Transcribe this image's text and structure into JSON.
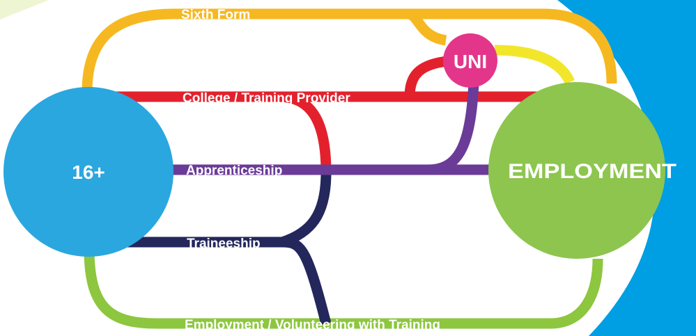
{
  "colors": {
    "background": "#ffffff",
    "corner_wash": "#eef5d2",
    "side_stripe": "#009ee3",
    "sixth_form": "#f6b821",
    "college": "#e3212d",
    "apprenticeship": "#6b3b98",
    "traineeship": "#23275b",
    "volunteering": "#8dc63f",
    "uni_link": "#f2e62b",
    "start_node": "#2aa7df",
    "uni_node": "#e3368b",
    "end_node": "#8dc54e",
    "label_text": "#ffffff"
  },
  "nodes": {
    "start": "16+",
    "university": "UNI",
    "end": "EMPLOYMENT"
  },
  "routes": {
    "sixth_form": "Sixth Form",
    "college": "College / Training Provider",
    "apprenticeship": "Apprenticeship",
    "traineeship": "Traineeship",
    "volunteering": "Employment / Volunteering with Training"
  }
}
